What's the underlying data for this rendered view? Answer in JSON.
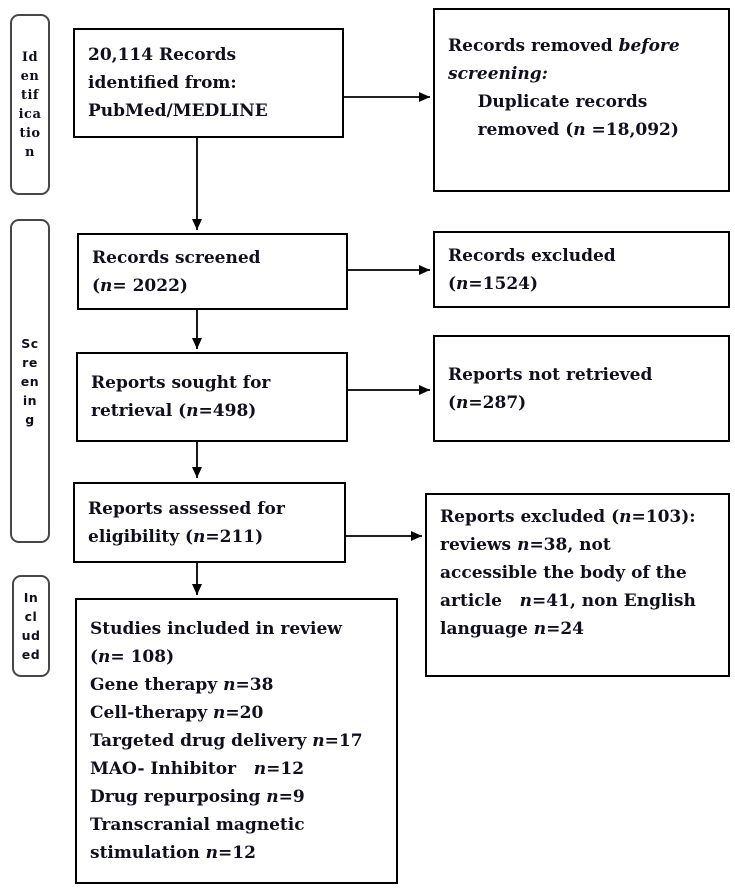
{
  "palette": {
    "box_border": "#000000",
    "side_label_border": "#474747",
    "text": "#10101c",
    "background": "#ffffff"
  },
  "side_labels": [
    {
      "name": "Identification",
      "lines": [
        "Id",
        "en",
        "tif",
        "ica",
        "tio",
        "n"
      ]
    },
    {
      "name": "Screening",
      "lines": [
        "Sc",
        "re",
        "en",
        "in",
        "g"
      ]
    },
    {
      "name": "Included",
      "lines": [
        "In",
        "cl",
        "ud",
        "ed"
      ]
    }
  ],
  "flow_boxes": [
    {
      "id": "records-identified",
      "lines": [
        "20,114 Records",
        "identified from:",
        "PubMed/MEDLINE"
      ]
    },
    {
      "id": "records-screened",
      "lines": [
        "Records screened",
        "(*n*= 2022)"
      ]
    },
    {
      "id": "reports-sought",
      "lines": [
        "Reports sought for",
        "retrieval (*n*=498)"
      ]
    },
    {
      "id": "reports-assessed",
      "lines": [
        "Reports assessed for",
        "eligibility (*n*=211)"
      ]
    },
    {
      "id": "studies-included",
      "lines": [
        "Studies included in review",
        "(*n*= 108)",
        "Gene therapy *n*=38",
        "Cell-therapy *n*=20",
        "Targeted drug delivery *n*=17",
        "MAO- Inhibitor   *n*=12",
        "Drug repurposing *n*=9",
        "Transcranial magnetic",
        "stimulation *n*=12"
      ]
    }
  ],
  "exclusion_boxes": [
    {
      "id": "records-removed-before-screening",
      "lines": [
        "Records removed *before*",
        "*screening:*",
        "     Duplicate records",
        "     removed (*n* =18,092)"
      ]
    },
    {
      "id": "records-excluded",
      "lines": [
        "Records excluded",
        "(*n*=1524)"
      ]
    },
    {
      "id": "reports-not-retrieved",
      "lines": [
        "Reports not retrieved",
        "(*n*=287)"
      ]
    },
    {
      "id": "reports-excluded",
      "lines": [
        "Reports excluded (*n*=103):",
        "reviews *n*=38, not",
        "accessible the body of the",
        "article   *n*=41, non English",
        "language *n*=24"
      ]
    }
  ]
}
